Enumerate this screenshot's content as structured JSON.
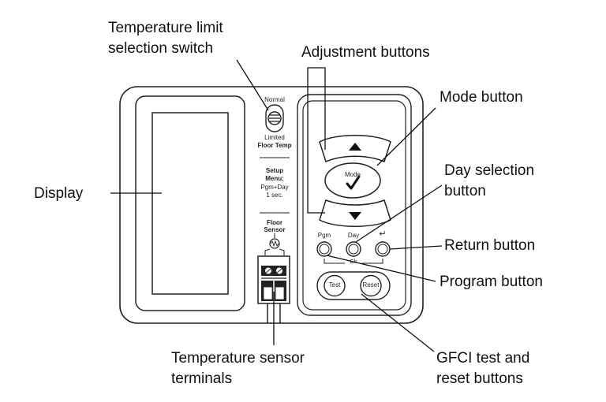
{
  "callouts": {
    "temp_limit_switch": [
      "Temperature limit",
      "selection switch"
    ],
    "adjustment_buttons": "Adjustment buttons",
    "mode_button": "Mode button",
    "day_selection_button": [
      "Day selection",
      "button"
    ],
    "display": "Display",
    "return_button": "Return button",
    "program_button": "Program button",
    "temp_sensor_terminals": [
      "Temperature sensor",
      "terminals"
    ],
    "gfci_buttons": [
      "GFCI test and",
      "reset buttons"
    ]
  },
  "device_labels": {
    "switch_top": "Normal",
    "switch_bottom": "Limited",
    "floor_temp": "Floor Temp",
    "setup_menu": [
      "Setup",
      "Menu:"
    ],
    "setup_combo": [
      "Pgm+Day",
      "1 sec."
    ],
    "floor_sensor": [
      "Floor",
      "Sensor"
    ],
    "mode_label": "Mode",
    "pgm": "Pgm",
    "day": "Day",
    "return_symbol": "↵",
    "clr": "Clr",
    "test": "Test",
    "reset": "Reset"
  }
}
